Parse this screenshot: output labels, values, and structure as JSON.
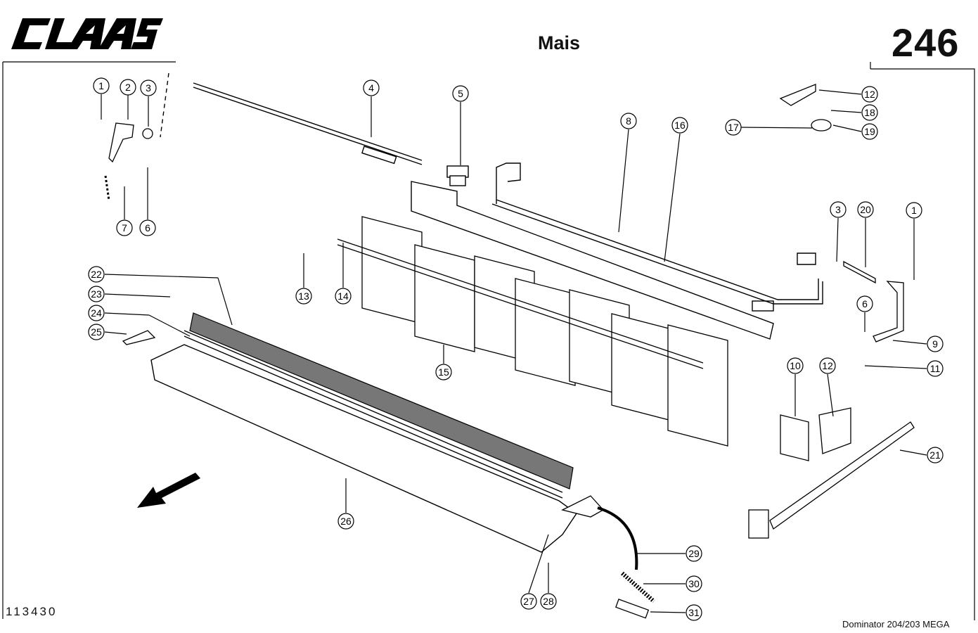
{
  "header": {
    "brand": "CLAAS",
    "title": "Mais",
    "page_number": "246"
  },
  "footer": {
    "doc_number": "113430",
    "model": "Dominator 204/203 MEGA"
  },
  "callouts": [
    {
      "id": "c1a",
      "label": "1"
    },
    {
      "id": "c2",
      "label": "2"
    },
    {
      "id": "c3a",
      "label": "3"
    },
    {
      "id": "c4",
      "label": "4"
    },
    {
      "id": "c5",
      "label": "5"
    },
    {
      "id": "c7",
      "label": "7"
    },
    {
      "id": "c6a",
      "label": "6"
    },
    {
      "id": "c8",
      "label": "8"
    },
    {
      "id": "c16",
      "label": "16"
    },
    {
      "id": "c12a",
      "label": "12"
    },
    {
      "id": "c18",
      "label": "18"
    },
    {
      "id": "c19",
      "label": "19"
    },
    {
      "id": "c17",
      "label": "17"
    },
    {
      "id": "c3b",
      "label": "3"
    },
    {
      "id": "c20",
      "label": "20"
    },
    {
      "id": "c1b",
      "label": "1"
    },
    {
      "id": "c13",
      "label": "13"
    },
    {
      "id": "c14",
      "label": "14"
    },
    {
      "id": "c15",
      "label": "15"
    },
    {
      "id": "c22",
      "label": "22"
    },
    {
      "id": "c23",
      "label": "23"
    },
    {
      "id": "c24",
      "label": "24"
    },
    {
      "id": "c25",
      "label": "25"
    },
    {
      "id": "c6b",
      "label": "6"
    },
    {
      "id": "c9",
      "label": "9"
    },
    {
      "id": "c11",
      "label": "11"
    },
    {
      "id": "c10",
      "label": "10"
    },
    {
      "id": "c12b",
      "label": "12"
    },
    {
      "id": "c21",
      "label": "21"
    },
    {
      "id": "c26",
      "label": "26"
    },
    {
      "id": "c27",
      "label": "27"
    },
    {
      "id": "c28",
      "label": "28"
    },
    {
      "id": "c29",
      "label": "29"
    },
    {
      "id": "c30",
      "label": "30"
    },
    {
      "id": "c31",
      "label": "31"
    }
  ]
}
